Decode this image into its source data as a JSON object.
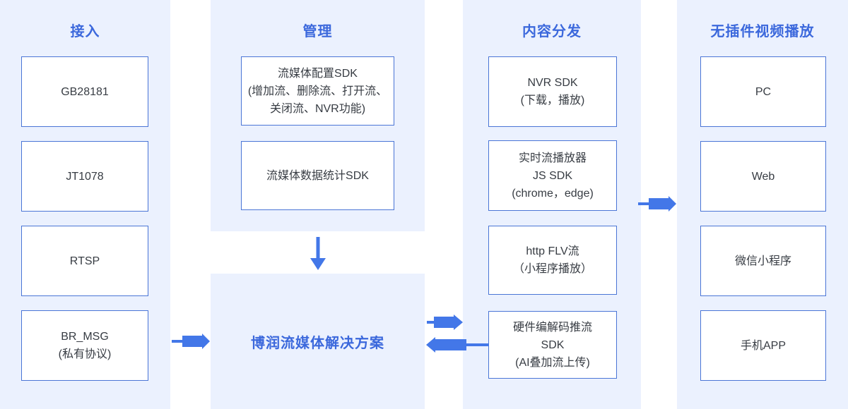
{
  "colors": {
    "panel_bg": "#EBF1FE",
    "box_bg": "#FFFFFF",
    "box_border": "#4A75D6",
    "title_blue": "#3B68DC",
    "arrow_blue": "#4377E8",
    "box_text": "#373C43"
  },
  "columns": [
    {
      "title": "接入",
      "boxes": [
        {
          "lines": [
            "GB28181"
          ]
        },
        {
          "lines": [
            "JT1078"
          ]
        },
        {
          "lines": [
            "RTSP"
          ]
        },
        {
          "lines": [
            "BR_MSG",
            "(私有协议)"
          ]
        }
      ]
    },
    {
      "title": "管理",
      "boxes": [
        {
          "lines": [
            "流媒体配置SDK",
            "(增加流、删除流、打开流、",
            "关闭流、NVR功能)"
          ]
        },
        {
          "lines": [
            "流媒体数据统计SDK"
          ]
        }
      ],
      "solution_label": "博润流媒体解决方案"
    },
    {
      "title": "内容分发",
      "boxes": [
        {
          "lines": [
            "NVR SDK",
            "(下载，播放)"
          ]
        },
        {
          "lines": [
            "实时流播放器",
            "JS SDK",
            "(chrome，edge)"
          ]
        },
        {
          "lines": [
            "http FLV流",
            "（小程序播放）"
          ]
        },
        {
          "lines": [
            "硬件编解码推流",
            "SDK",
            "(AI叠加流上传)"
          ]
        }
      ]
    },
    {
      "title": "无插件视频播放",
      "boxes": [
        {
          "lines": [
            "PC"
          ]
        },
        {
          "lines": [
            "Web"
          ]
        },
        {
          "lines": [
            "微信小程序"
          ]
        },
        {
          "lines": [
            "手机APP"
          ]
        }
      ]
    }
  ],
  "arrows": [
    {
      "id": "access-to-solution",
      "direction": "right"
    },
    {
      "id": "manage-to-solution",
      "direction": "down"
    },
    {
      "id": "solution-to-distribution",
      "direction": "right"
    },
    {
      "id": "distribution-to-solution",
      "direction": "left"
    },
    {
      "id": "distribution-to-playback",
      "direction": "right"
    }
  ]
}
